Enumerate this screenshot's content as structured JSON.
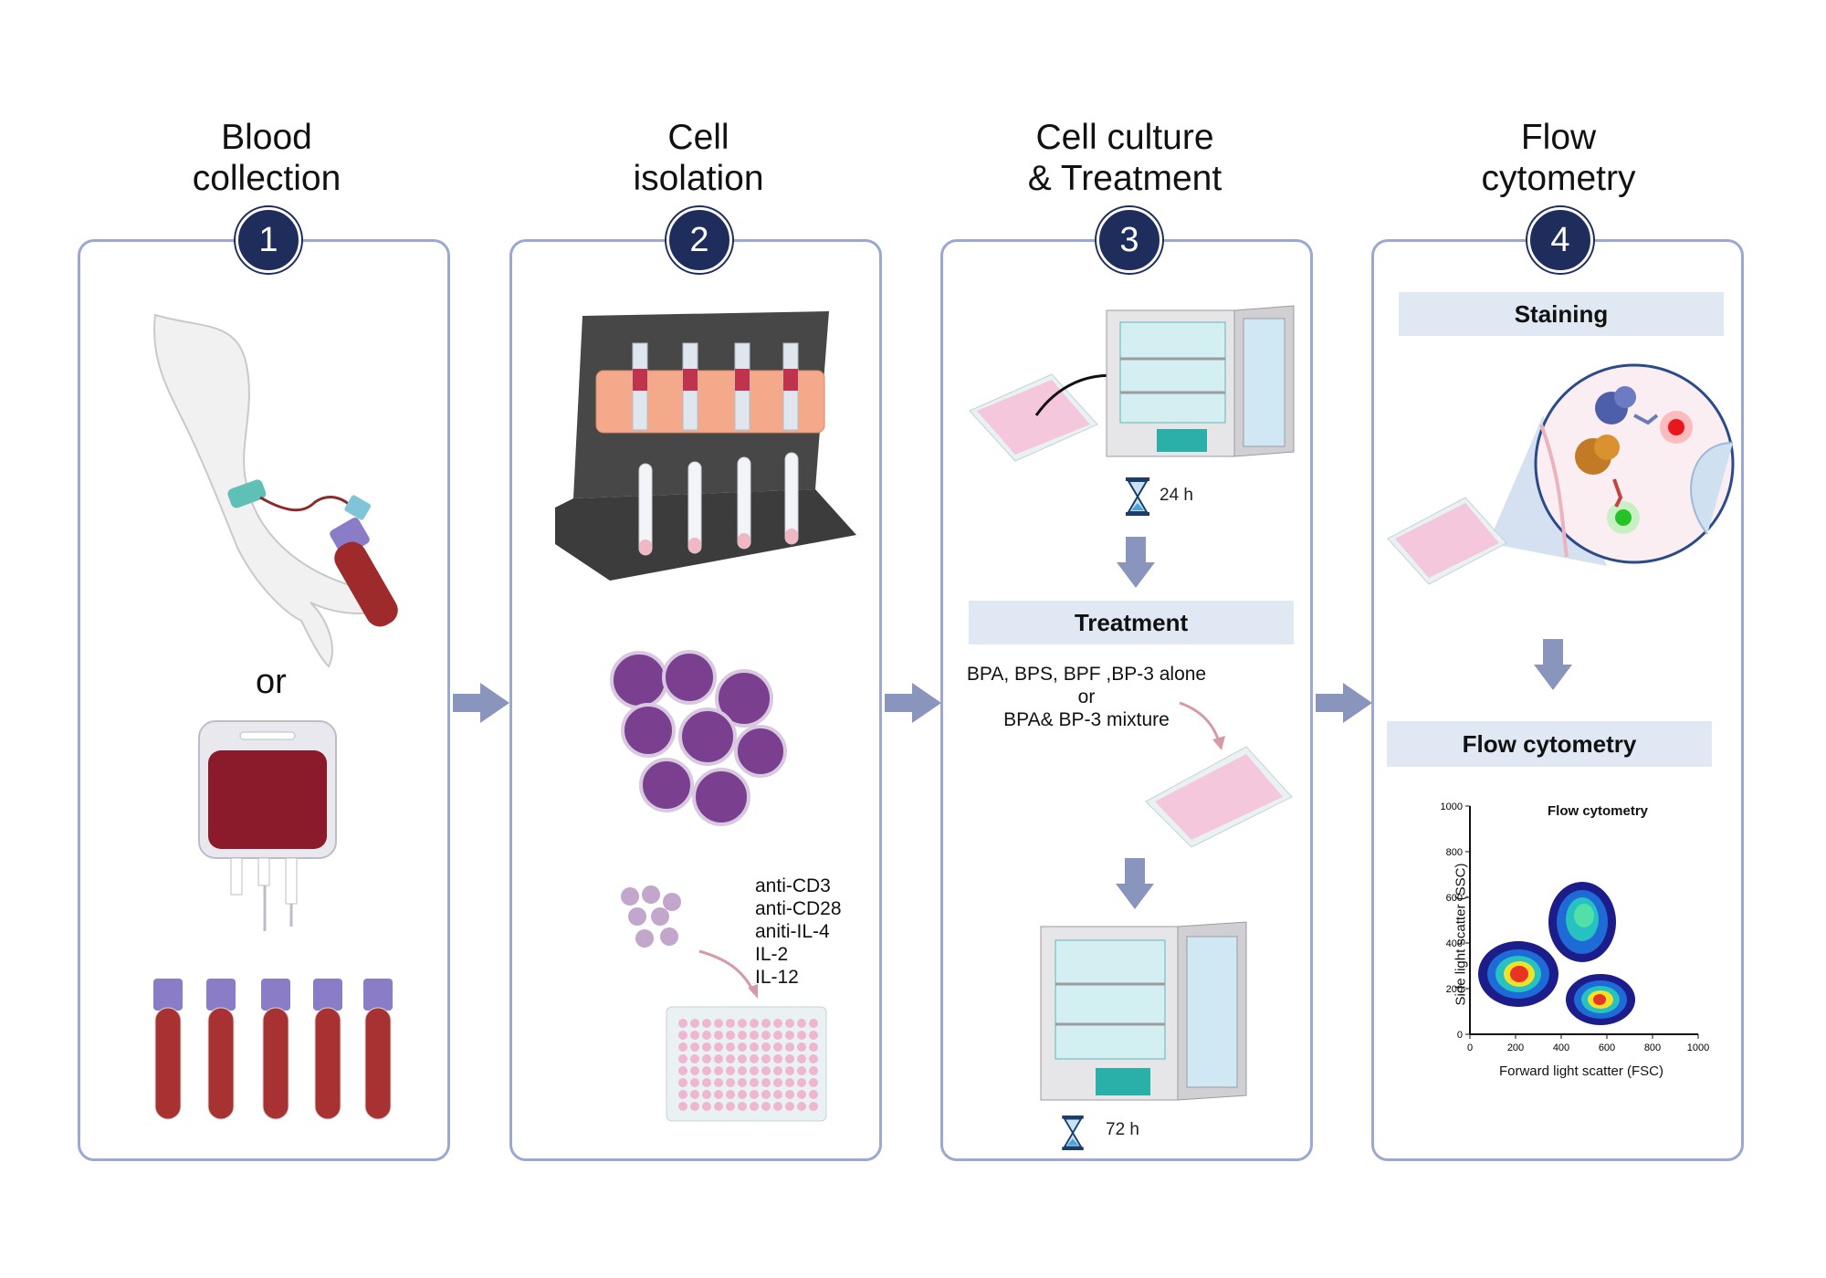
{
  "steps": [
    {
      "number": "1",
      "title_line1": "Blood",
      "title_line2": "collection"
    },
    {
      "number": "2",
      "title_line1": "Cell",
      "title_line2": "isolation"
    },
    {
      "number": "3",
      "title_line1": "Cell culture",
      "title_line2": "& Treatment"
    },
    {
      "number": "4",
      "title_line1": "Flow",
      "title_line2": "cytometry"
    }
  ],
  "panel1": {
    "or_text": "or"
  },
  "panel2": {
    "reagents": [
      "anti-CD3",
      "anti-CD28",
      "aniti-IL-4",
      "IL-2",
      "IL-12"
    ]
  },
  "panel3": {
    "time1": "24 h",
    "treatment_label": "Treatment",
    "treatment_line1": "BPA, BPS, BPF ,BP-3 alone",
    "treatment_line2": "or",
    "treatment_line3": "BPA& BP-3 mixture",
    "time2": "72 h"
  },
  "panel4": {
    "staining_label": "Staining",
    "flow_label": "Flow cytometry",
    "plot": {
      "title": "Flow cytometry",
      "xlabel": "Forward light scatter (FSC)",
      "ylabel": "Side light scatter (SSC)",
      "xticks": [
        "0",
        "200",
        "400",
        "600",
        "800",
        "1000"
      ],
      "yticks": [
        "0",
        "200",
        "400",
        "600",
        "800",
        "1000"
      ]
    }
  },
  "colors": {
    "panel_border": "#9aa8d2",
    "number_circle": "#1f2d5c",
    "flow_arrow": "#8a95bd",
    "label_box": "#dfe8f3",
    "blood": "#9e2a2b",
    "cell_purple": "#7b3f8f",
    "tube_cap": "#8b7cc8"
  },
  "icons": [
    "arm-icon",
    "blood-bag-icon",
    "blood-tube-icon",
    "centrifuge-rack-icon",
    "cell-icon",
    "well-plate-icon",
    "incubator-icon",
    "hourglass-icon",
    "antibody-icon"
  ]
}
